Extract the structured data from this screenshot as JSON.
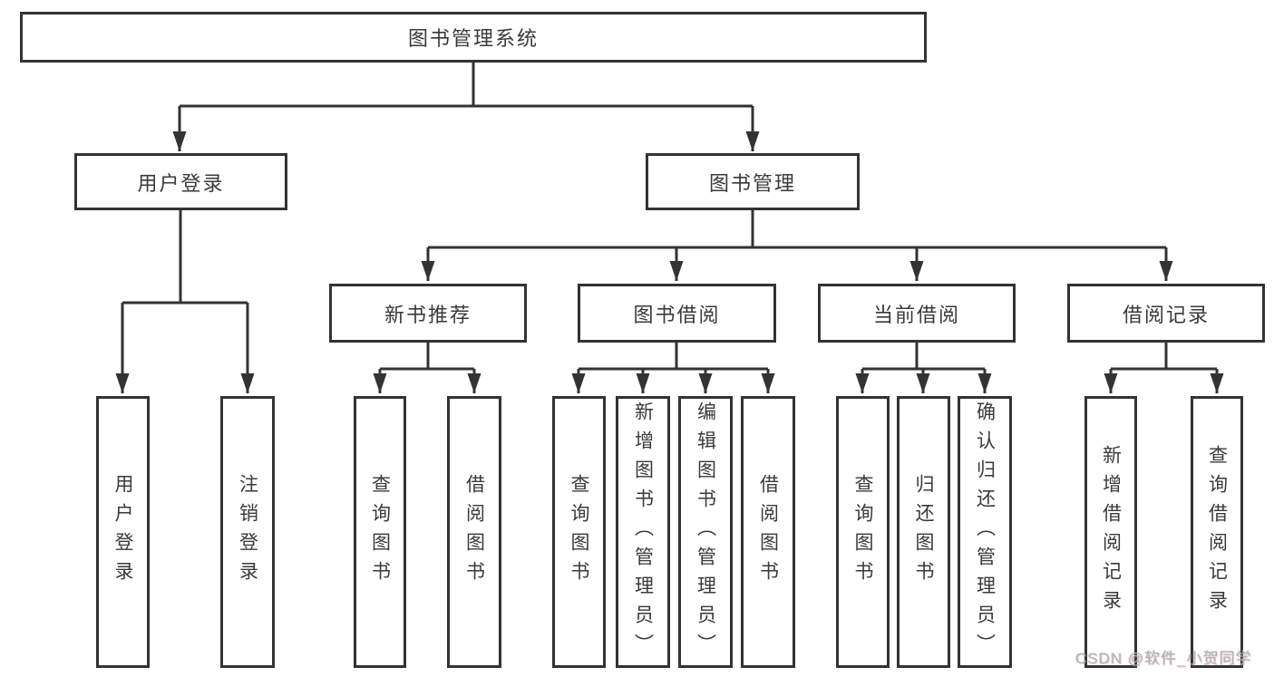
{
  "colors": {
    "line": "#333333",
    "box_border": "#333333",
    "text": "#3a3a3a",
    "background": "#ffffff",
    "watermark_text_color": "#b3b3b3"
  },
  "tree": {
    "label": "图书管理系统",
    "children": [
      {
        "label": "用户登录",
        "children": [
          {
            "label": "用户登录"
          },
          {
            "label": "注销登录"
          }
        ]
      },
      {
        "label": "图书管理",
        "children": [
          {
            "label": "新书推荐",
            "children": [
              {
                "label": "查询图书"
              },
              {
                "label": "借阅图书"
              }
            ]
          },
          {
            "label": "图书借阅",
            "children": [
              {
                "label": "查询图书"
              },
              {
                "label": "新增图书（管理员）"
              },
              {
                "label": "编辑图书（管理员）"
              },
              {
                "label": "借阅图书"
              }
            ]
          },
          {
            "label": "当前借阅",
            "children": [
              {
                "label": "查询图书"
              },
              {
                "label": "归还图书"
              },
              {
                "label": "确认归还（管理员）"
              }
            ]
          },
          {
            "label": "借阅记录",
            "children": [
              {
                "label": "新增借阅记录"
              },
              {
                "label": "查询借阅记录"
              }
            ]
          }
        ]
      }
    ]
  },
  "watermark": {
    "text": "CSDN @软件_小贺同学"
  }
}
